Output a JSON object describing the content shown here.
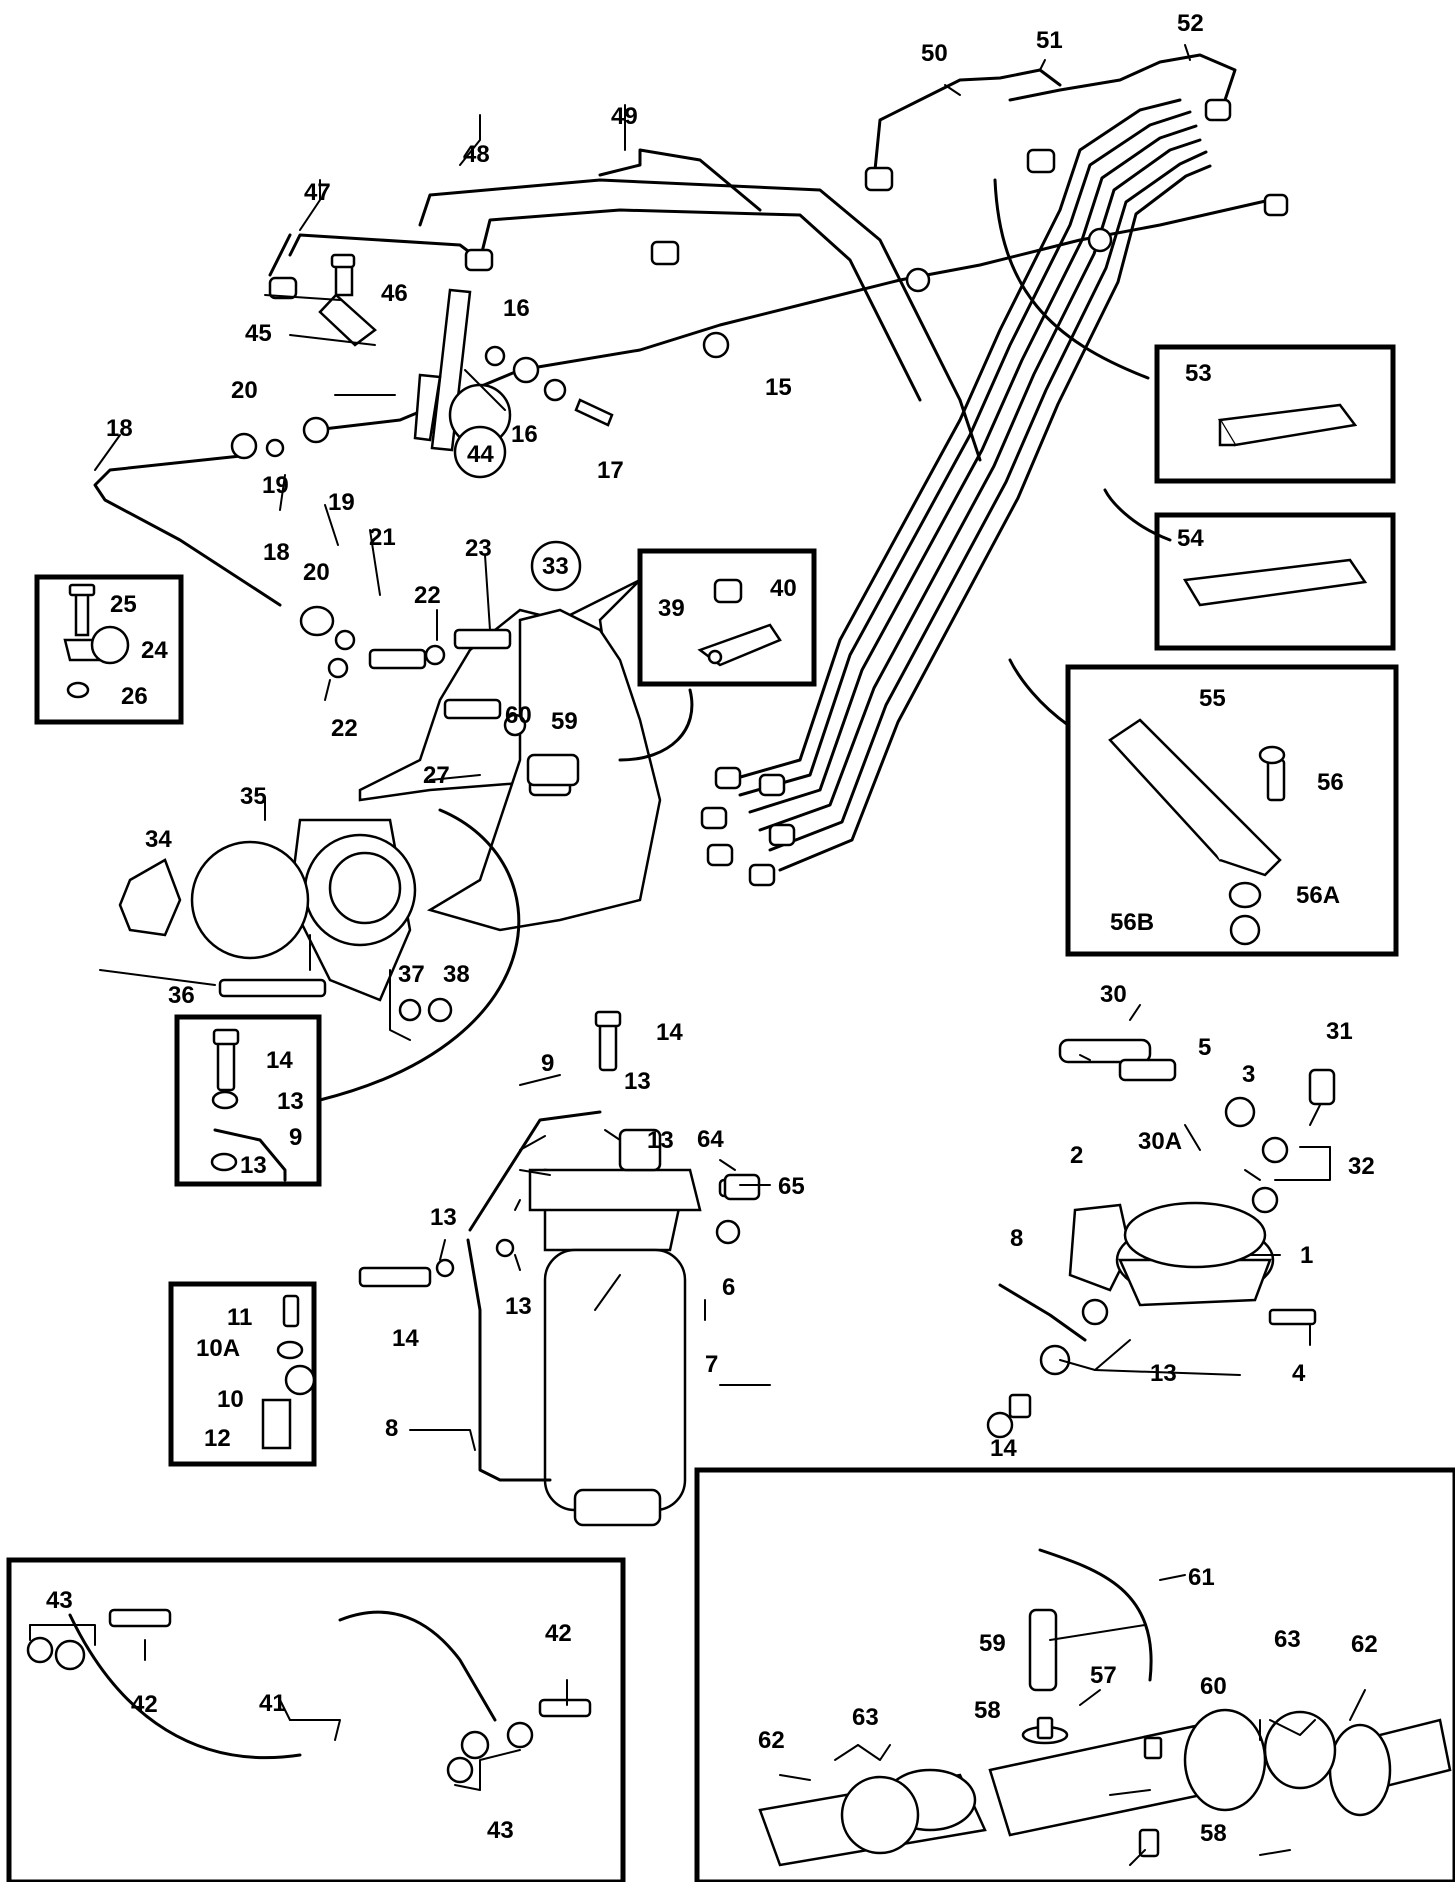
{
  "labels": {
    "l1": "1",
    "l2": "2",
    "l3": "3",
    "l4": "4",
    "l5": "5",
    "l6": "6",
    "l7": "7",
    "l8a": "8",
    "l8b": "8",
    "l9a": "9",
    "l9b": "9",
    "l10": "10",
    "l10a": "10A",
    "l11": "11",
    "l12": "12",
    "l13a": "13",
    "l13b": "13",
    "l13c": "13",
    "l13d": "13",
    "l13e": "13",
    "l13f": "13",
    "l13g": "13",
    "l14a": "14",
    "l14b": "14",
    "l14c": "14",
    "l14d": "14",
    "l15": "15",
    "l16a": "16",
    "l16b": "16",
    "l17": "17",
    "l18a": "18",
    "l18b": "18",
    "l19a": "19",
    "l19b": "19",
    "l20a": "20",
    "l20b": "20",
    "l21": "21",
    "l22a": "22",
    "l22b": "22",
    "l23": "23",
    "l24": "24",
    "l25": "25",
    "l26": "26",
    "l27": "27",
    "l30": "30",
    "l30a": "30A",
    "l31": "31",
    "l32": "32",
    "l33": "33",
    "l34": "34",
    "l35": "35",
    "l36": "36",
    "l37": "37",
    "l38": "38",
    "l39": "39",
    "l40": "40",
    "l41": "41",
    "l42a": "42",
    "l42b": "42",
    "l43a": "43",
    "l43b": "43",
    "l44": "44",
    "l45": "45",
    "l46": "46",
    "l47": "47",
    "l48": "48",
    "l49": "49",
    "l50": "50",
    "l51": "51",
    "l52": "52",
    "l53": "53",
    "l54": "54",
    "l55": "55",
    "l56": "56",
    "l56a": "56A",
    "l56b": "56B",
    "l57": "57",
    "l58a": "58",
    "l58b": "58",
    "l59a": "59",
    "l59b": "59",
    "l60a": "60",
    "l60b": "60",
    "l61": "61",
    "l62a": "62",
    "l62b": "62",
    "l63a": "63",
    "l63b": "63",
    "l64": "64",
    "l65": "65"
  }
}
